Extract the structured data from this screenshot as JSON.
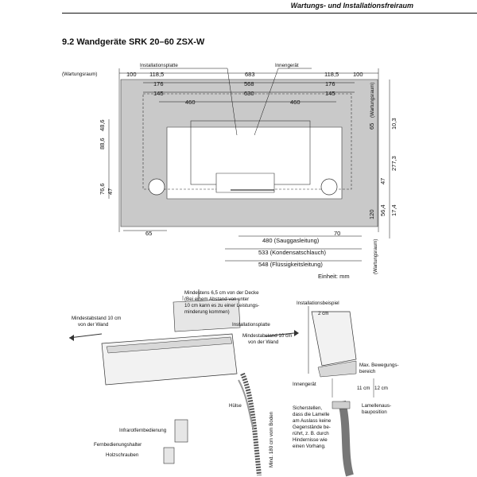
{
  "header": {
    "section": "Wartungs- und Installationsfreiraum"
  },
  "section_title": "9.2  Wandgeräte SRK 20–60 ZSX-W",
  "top_diagram": {
    "labels": {
      "installationsplatte": "Installationsplatte",
      "innengeraet": "Innengerät",
      "wartungsraum_left": "(Wartungsraum)",
      "wartungsraum_right_top": "(Wartungsraum)",
      "wartungsraum_right_bottom": "(Wartungsraum)",
      "einheit": "Einheit: mm"
    },
    "row1": [
      "100",
      "118,5",
      "683",
      "118,5",
      "100"
    ],
    "row2": [
      "176",
      "568",
      "176"
    ],
    "row3": [
      "145",
      "630",
      "145"
    ],
    "row4": [
      "460",
      "460"
    ],
    "left_dims": [
      "48,6",
      "88,6",
      "76,6",
      "47"
    ],
    "right_dims": [
      "65",
      "10,3",
      "277,3",
      "47",
      "120",
      "56,4",
      "17,4"
    ],
    "bottom_dims": [
      "65",
      "70"
    ],
    "lines": [
      "480 (Sauggasleitung)",
      "533 (Kondensatschlauch)",
      "548 (Flüssigkeitsleitung)"
    ]
  },
  "bottom_diagram": {
    "labels": {
      "decke": "Mindestens 6,5 cm von der Decke",
      "decke2": "(Bei einem Abstand von unter",
      "decke3": "10 cm kann es zu einer Leistungs-",
      "decke4": "minderung kommen)",
      "installationsplatte": "Installationsplatte",
      "left_dist": "Mindestabstand 10 cm",
      "left_dist2": "von der Wand",
      "right_dist": "Mindestabstand 10 cm",
      "right_dist2": "von der Wand",
      "huelse": "Hülse",
      "fernbedienung": "Infrarotfernbedienung",
      "halter": "Fernbedienungshalter",
      "schrauben": "Holzschrauben",
      "boden": "Mind. 180 cm vom Boden",
      "beispiel": "Installationsbeispiel",
      "two_cm": "2 cm",
      "bewegung": "Max. Bewegungs-",
      "bewegung2": "bereich",
      "innengeraet": "Innengerät",
      "eleven": "11 cm",
      "twelve": "12 cm",
      "lamellen": "Lamellenaus-",
      "lamellen2": "bauposition",
      "note1": "Sicherstellen,",
      "note2": "dass die Lamelle",
      "note3": "am Auslass keine",
      "note4": "Gegenstände be-",
      "note5": "rührt, z. B. durch",
      "note6": "Hindernisse wie",
      "note7": "einen Vorhang."
    }
  }
}
